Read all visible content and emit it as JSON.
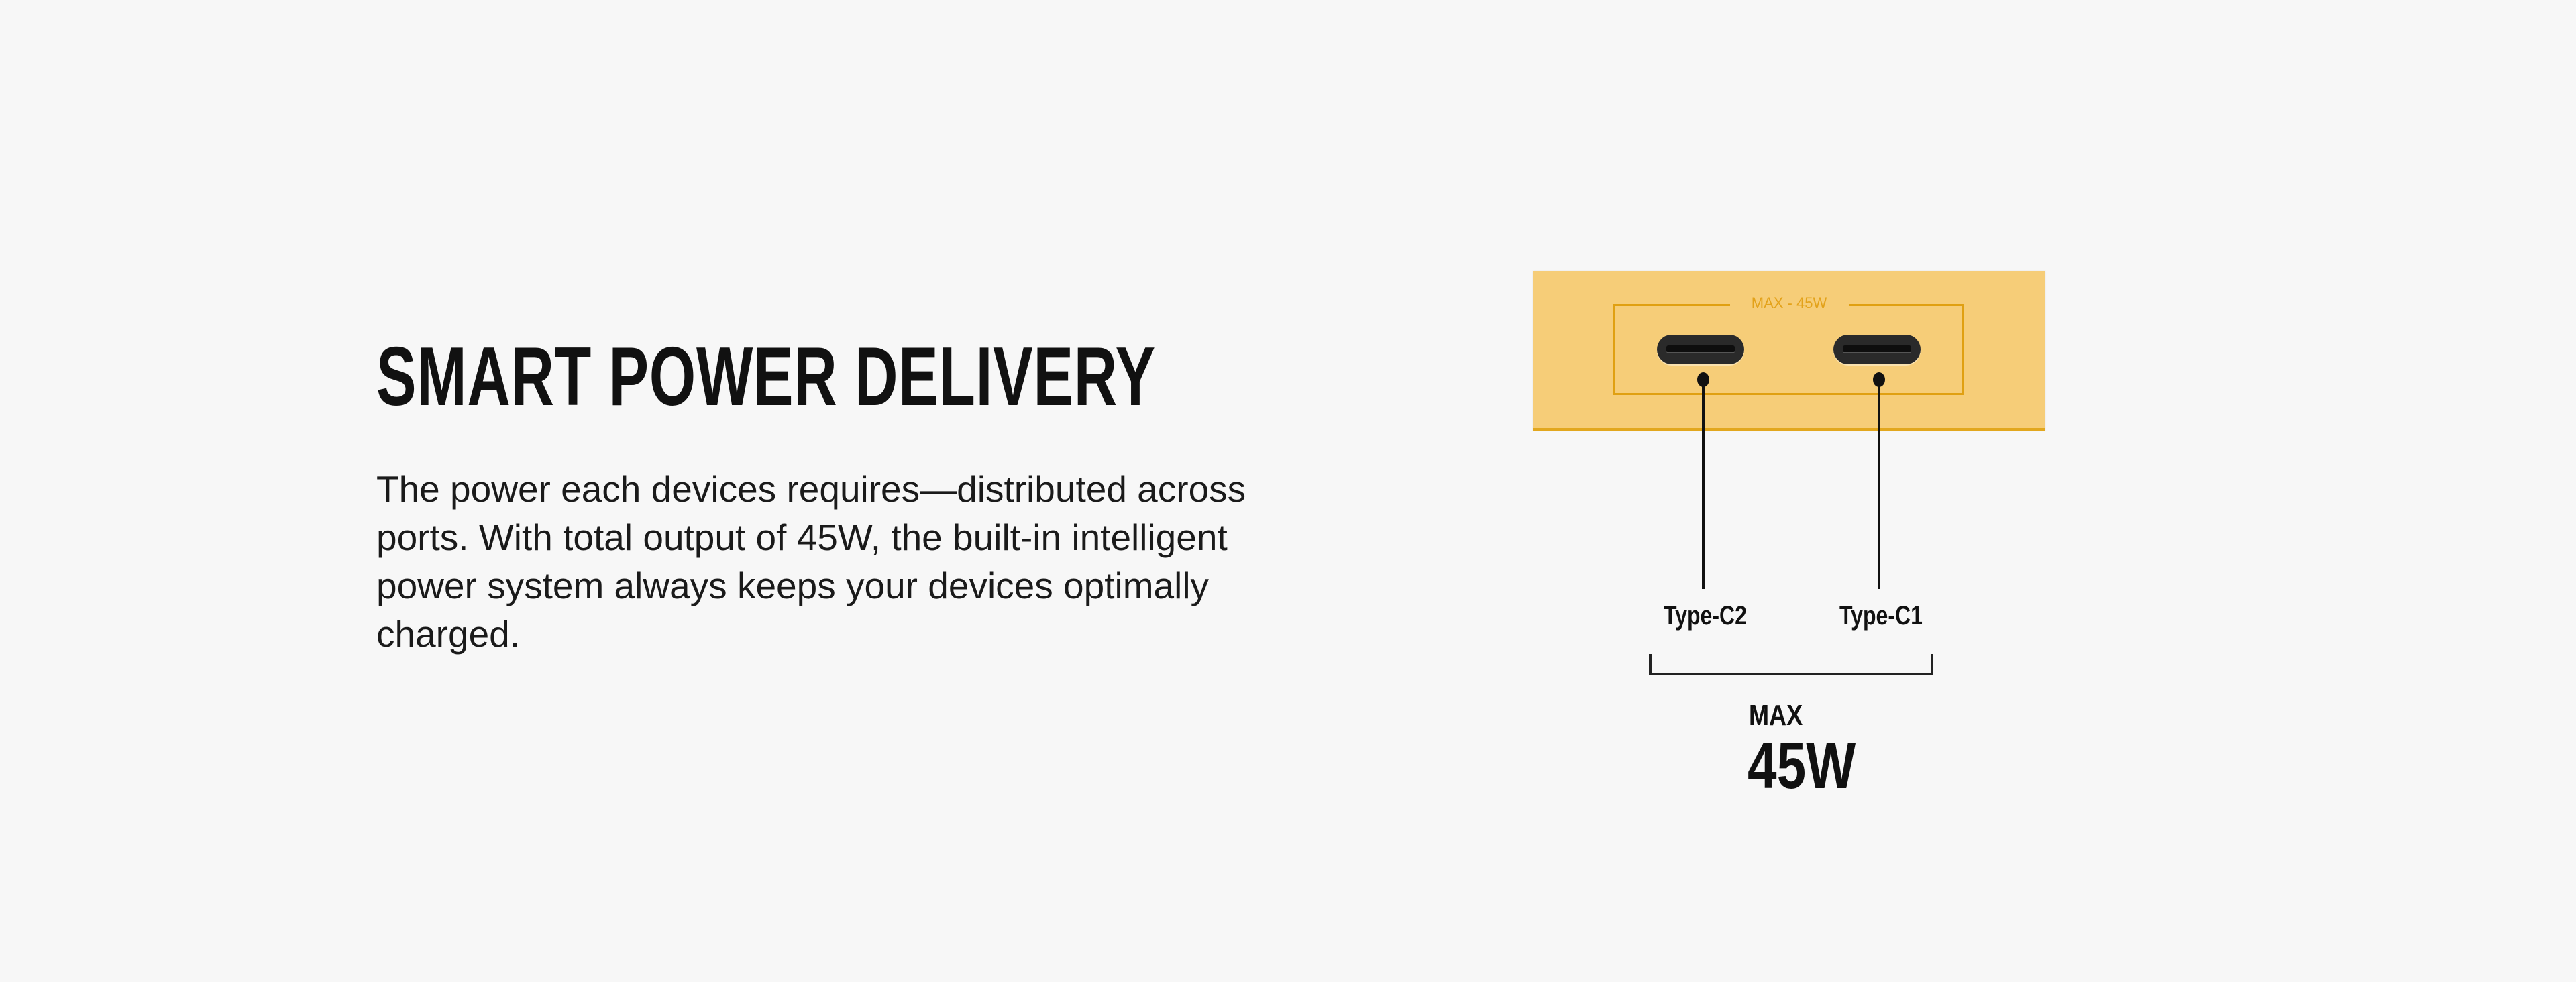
{
  "heading": "SMART POWER DELIVERY",
  "description": "The power each devices requires—distributed across ports. With total output of 45W, the built-in intelligent power system always keeps your devices optimally charged.",
  "device": {
    "engraving": "MAX - 45W",
    "color": "#f6cd78",
    "ports": [
      {
        "label": "Type-C2"
      },
      {
        "label": "Type-C1"
      }
    ]
  },
  "total": {
    "max_label": "MAX",
    "value": "45W"
  }
}
